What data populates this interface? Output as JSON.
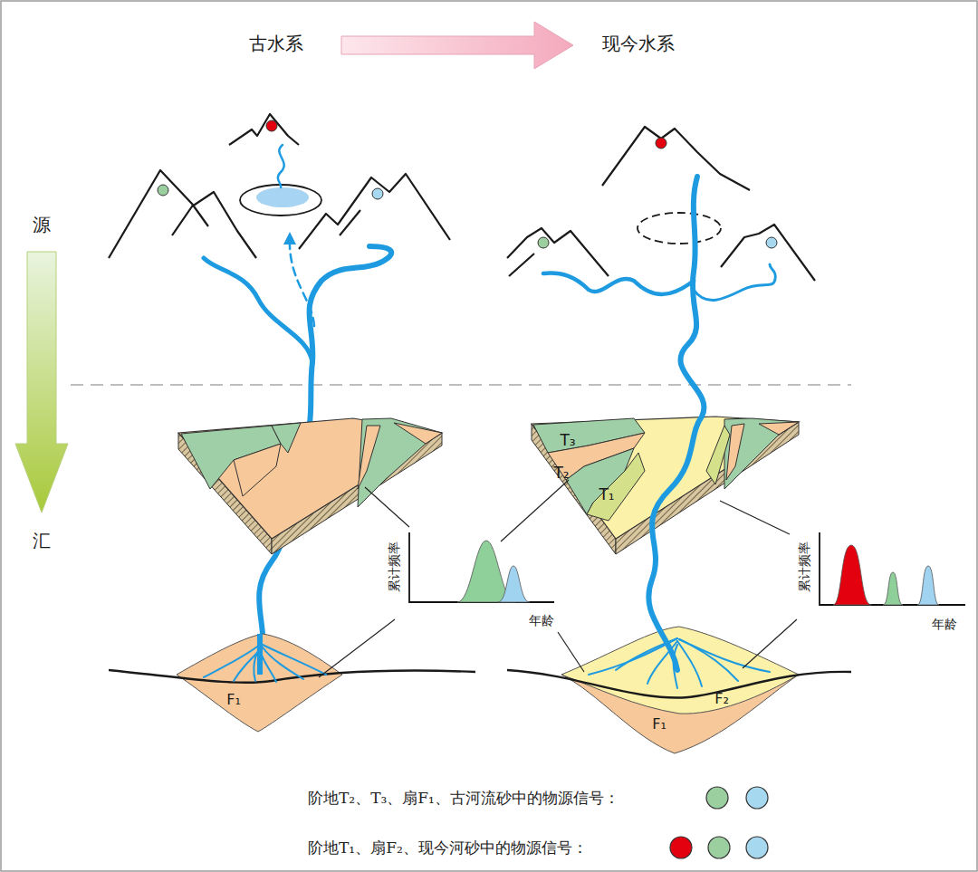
{
  "diagram": {
    "labels": [
      "古水系",
      "现今水系",
      "源",
      "汇",
      "T₃",
      "T₂",
      "T₁",
      "累计频率",
      "年龄",
      "F₁",
      "累计频率",
      "年龄",
      "F₂",
      "F₁"
    ],
    "legend": [
      {
        "text": "阶地T₂、T₃、扇F₁、古河流砂中的物源信号："
      },
      {
        "text": "阶地T₁、扇F₂、现今河砂中的物源信号："
      }
    ]
  }
}
